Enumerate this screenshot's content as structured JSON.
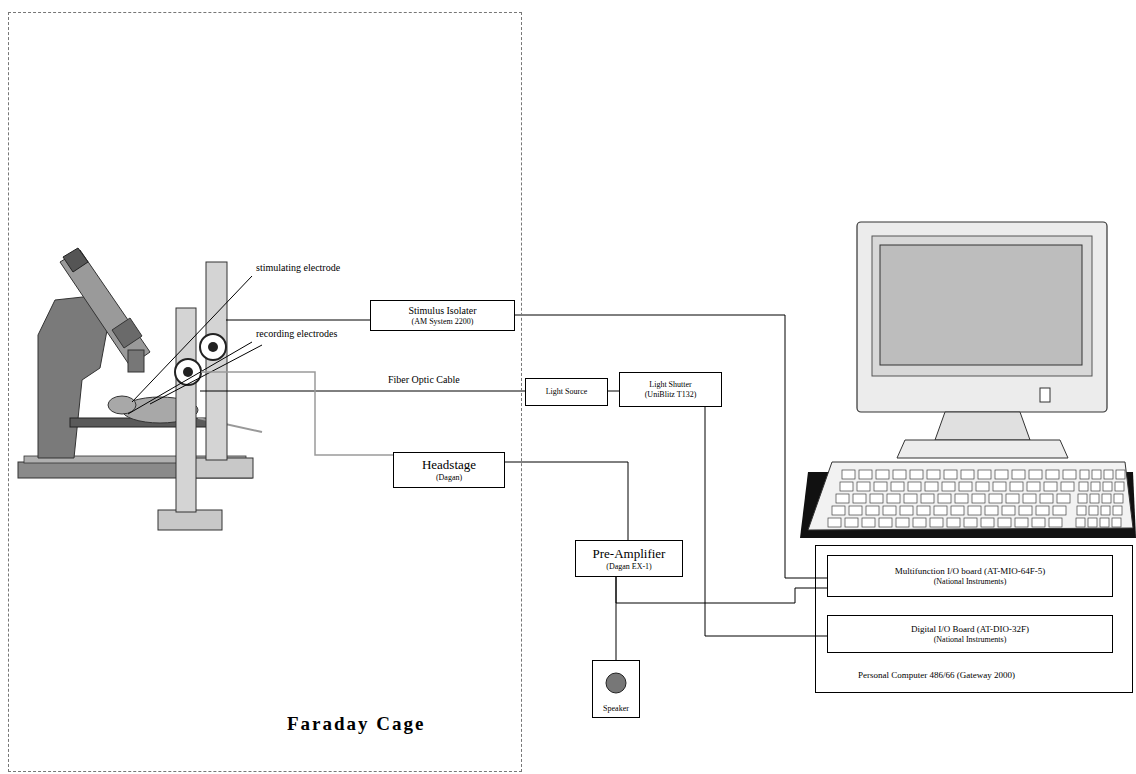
{
  "diagram": {
    "nodes": [
      {
        "text": [
          "Faraday Cage"
        ]
      },
      {
        "text": [
          "Stimulus Isolater",
          "(AM System 2200)"
        ],
        "in": 0
      },
      {
        "text": [
          "Headstage",
          "(Dagan)"
        ],
        "in": 0
      },
      {
        "text": [
          "Light Source"
        ]
      },
      {
        "text": [
          "Light Shutter",
          "(UniBlitz T132)"
        ]
      },
      {
        "text": [
          "Pre-Amplifier",
          "(Dagan EX-1)"
        ]
      },
      {
        "text": [
          "Speaker"
        ]
      },
      {
        "text": [
          "Personal Computer 486/66 (Gateway 2000)"
        ]
      },
      {
        "text": [
          "Multifunction I/O board (AT-MIO-64F-5)",
          "(National Instruments)"
        ],
        "in": 7
      },
      {
        "text": [
          "Digital I/O Board (AT-DIO-32F)",
          "(National Instruments)"
        ],
        "in": 7
      }
    ],
    "edges": [
      {
        "from": 1,
        "to": 8,
        "arrow": "none"
      },
      {
        "from": 3,
        "to": 4,
        "arrow": "none"
      },
      {
        "from": 4,
        "to": 9,
        "arrow": "none"
      },
      {
        "from": 2,
        "to": 5,
        "arrow": "none"
      },
      {
        "from": 5,
        "to": 8,
        "arrow": "none"
      },
      {
        "from": 5,
        "to": 6,
        "arrow": "none"
      }
    ],
    "labels": [
      "stimulating electrode",
      "recording electrodes",
      "Fiber Optic Cable"
    ]
  }
}
